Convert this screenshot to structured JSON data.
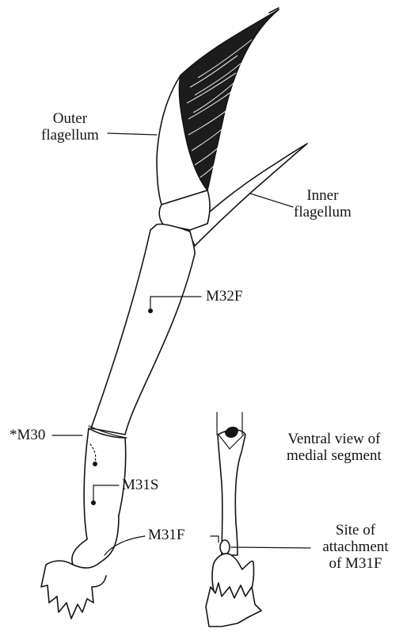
{
  "labels": {
    "outer_flagellum": [
      "Outer",
      "flagellum"
    ],
    "inner_flagellum": [
      "Inner",
      "flagellum"
    ],
    "m32f": "M32F",
    "m30": "*M30",
    "m31s": "M31S",
    "m31f": "M31F",
    "ventral_view": [
      "Ventral view of",
      "medial segment"
    ],
    "site_attachment": [
      "Site of",
      "attachment",
      "of M31F"
    ]
  },
  "colors": {
    "ink": "#141414",
    "paper": "#ffffff"
  }
}
